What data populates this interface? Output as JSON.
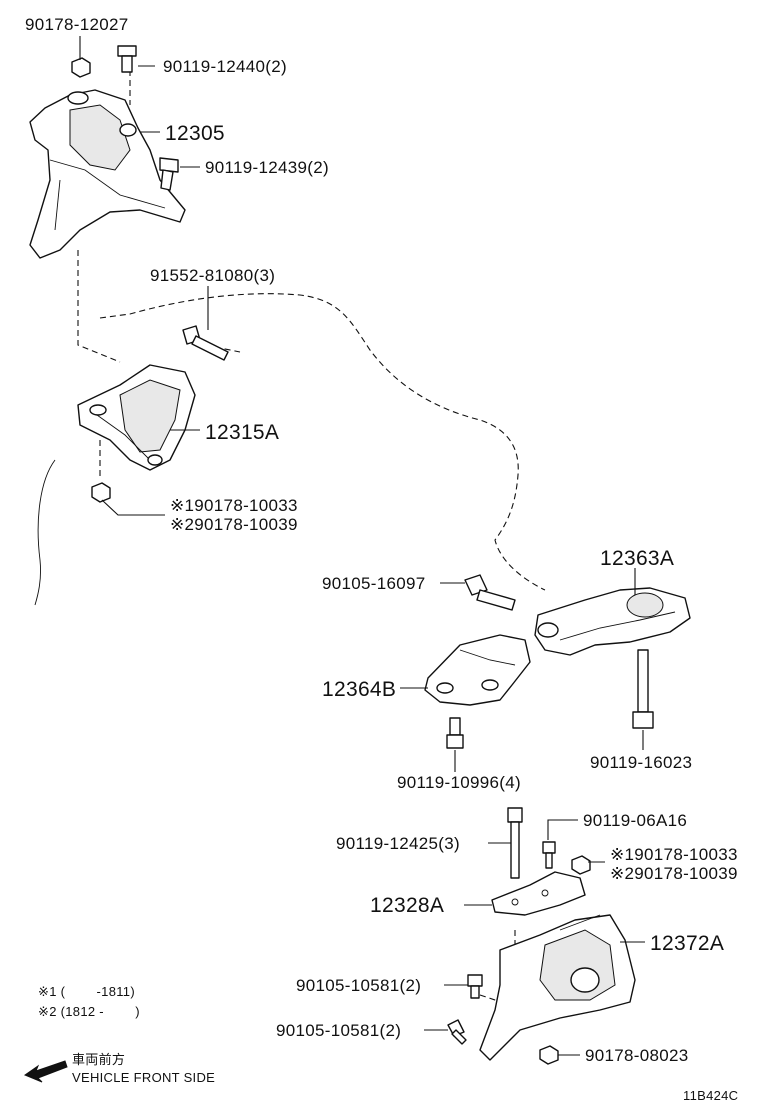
{
  "callouts": {
    "c90178_12027": "90178-12027",
    "c90119_12440": "90119-12440(2)",
    "c12305": "12305",
    "c90119_12439": "90119-12439(2)",
    "c91552_81080": "91552-81080(3)",
    "c12315A": "12315A",
    "c90178_10033_a": "※190178-10033",
    "c90178_10039_a": "※290178-10039",
    "c12363A": "12363A",
    "c90105_16097": "90105-16097",
    "c12364B": "12364B",
    "c90119_16023": "90119-16023",
    "c90119_10996": "90119-10996(4)",
    "c90119_06A16": "90119-06A16",
    "c90119_12425": "90119-12425(3)",
    "c90178_10033_b": "※190178-10033",
    "c90178_10039_b": "※290178-10039",
    "c12328A": "12328A",
    "c12372A": "12372A",
    "c90105_10581_a": "90105-10581(2)",
    "c90105_10581_b": "90105-10581(2)",
    "c90178_08023": "90178-08023"
  },
  "legend": {
    "note1": "※1 (        -1811)",
    "note2": "※2 (1812 -        )"
  },
  "front": {
    "jp": "車両前方",
    "en": "VEHICLE FRONT SIDE",
    "icon": "arrow-left-icon"
  },
  "figure_id": "11B424C"
}
